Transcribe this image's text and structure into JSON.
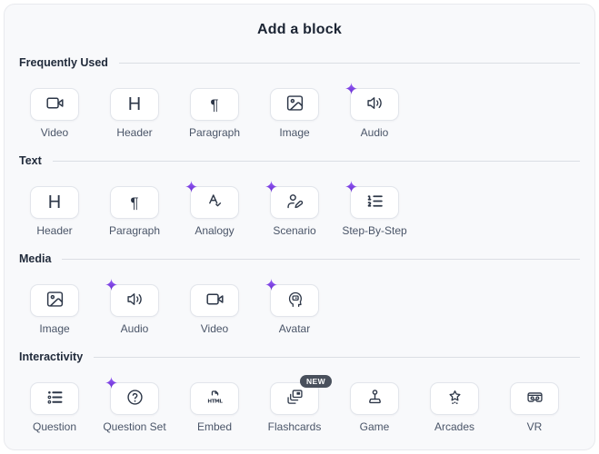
{
  "dialog": {
    "title": "Add a block"
  },
  "colors": {
    "panel_bg": "#f8f9fb",
    "accent_purple": "#7c3aed",
    "badge_bg": "#49505c",
    "icon": "#2d3748"
  },
  "sections": [
    {
      "label": "Frequently Used",
      "items": [
        {
          "label": "Video",
          "icon": "video-icon"
        },
        {
          "label": "Header",
          "icon": "header-icon"
        },
        {
          "label": "Paragraph",
          "icon": "paragraph-icon"
        },
        {
          "label": "Image",
          "icon": "image-icon"
        },
        {
          "label": "Audio",
          "icon": "audio-icon",
          "sparkle": true
        }
      ]
    },
    {
      "label": "Text",
      "items": [
        {
          "label": "Header",
          "icon": "header-icon"
        },
        {
          "label": "Paragraph",
          "icon": "paragraph-icon"
        },
        {
          "label": "Analogy",
          "icon": "analogy-icon",
          "sparkle": true
        },
        {
          "label": "Scenario",
          "icon": "scenario-icon",
          "sparkle": true
        },
        {
          "label": "Step-By-Step",
          "icon": "step-by-step-icon",
          "sparkle": true
        }
      ]
    },
    {
      "label": "Media",
      "items": [
        {
          "label": "Image",
          "icon": "image-icon"
        },
        {
          "label": "Audio",
          "icon": "audio-icon",
          "sparkle": true
        },
        {
          "label": "Video",
          "icon": "video-icon"
        },
        {
          "label": "Avatar",
          "icon": "avatar-icon",
          "sparkle": true
        }
      ]
    },
    {
      "label": "Interactivity",
      "items": [
        {
          "label": "Question",
          "icon": "question-icon"
        },
        {
          "label": "Question Set",
          "icon": "question-set-icon",
          "sparkle": true
        },
        {
          "label": "Embed",
          "icon": "embed-icon"
        },
        {
          "label": "Flashcards",
          "icon": "flashcards-icon",
          "badge": "NEW"
        },
        {
          "label": "Game",
          "icon": "game-icon"
        },
        {
          "label": "Arcades",
          "icon": "arcades-icon"
        },
        {
          "label": "VR",
          "icon": "vr-icon"
        }
      ]
    }
  ]
}
